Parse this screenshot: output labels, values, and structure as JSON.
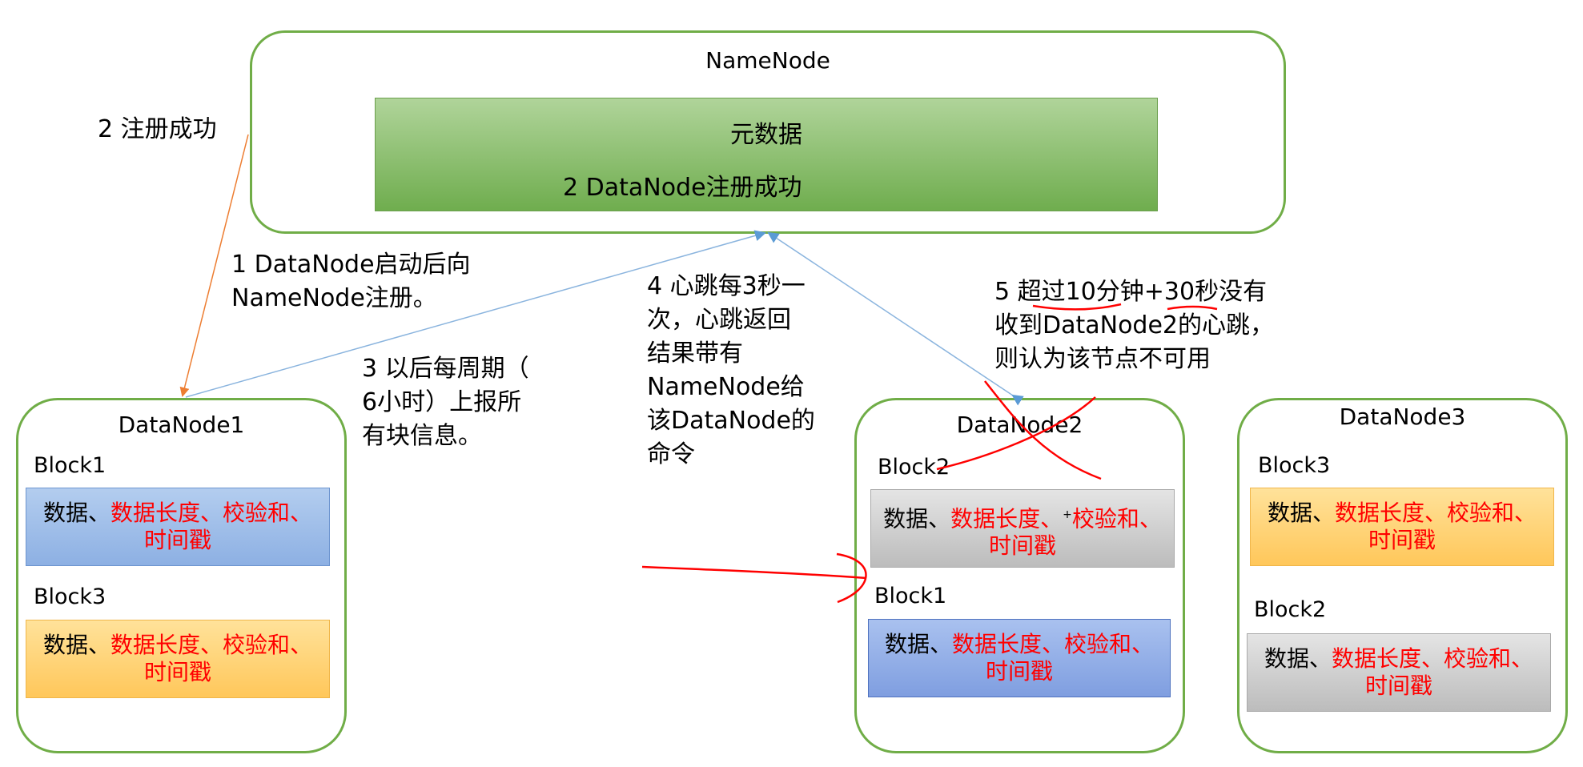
{
  "namenode": {
    "title": "NameNode",
    "metadata": {
      "title": "元数据",
      "text": "2 DataNode注册成功"
    }
  },
  "datanodes": [
    {
      "title": "DataNode1",
      "blocks": [
        {
          "label": "Block1",
          "text_black": "数据、",
          "text_red": "数据长度、校验和、",
          "text_red2": "时间戳",
          "color": "#8db0e3"
        },
        {
          "label": "Block3",
          "text_black": "数据、",
          "text_red": "数据长度、校验和、",
          "text_red2": "时间戳",
          "color": "#ffc75a"
        }
      ]
    },
    {
      "title": "DataNode2",
      "blocks": [
        {
          "label": "Block2",
          "text_black": "数据、",
          "text_red": "数据长度、",
          "plus": "+",
          "text_red_b": "校验和、",
          "text_red2": "时间戳",
          "color": "#bcbcbc"
        },
        {
          "label": "Block1",
          "text_black": "数据、",
          "text_red": "数据长度、校验和、",
          "text_red2": "时间戳",
          "color": "#7f9ee0"
        }
      ]
    },
    {
      "title": "DataNode3",
      "blocks": [
        {
          "label": "Block3",
          "text_black": "数据、",
          "text_red": "数据长度、校验和、",
          "text_red2": "时间戳",
          "color": "#ffc75a"
        },
        {
          "label": "Block2",
          "text_black": "数据、",
          "text_red": "数据长度、校验和、",
          "text_red2": "时间戳",
          "color": "#bcbcbc"
        }
      ]
    }
  ],
  "notes": {
    "register_success": "2 注册成功",
    "register_line1": "1 DataNode启动后向",
    "register_line2": "NameNode注册。",
    "report_line1": "3 以后每周期（",
    "report_line2": "6小时）上报所",
    "report_line3": "有块信息。",
    "heartbeat_line1": "4 心跳每3秒一",
    "heartbeat_line2": "次，心跳返回",
    "heartbeat_line3": "结果带有",
    "heartbeat_line4": "NameNode给",
    "heartbeat_line5": "该DataNode的",
    "heartbeat_line6": "命令",
    "timeout_line1": "5 超过10分钟+30秒没有",
    "timeout_line2": "收到DataNode2的心跳，",
    "timeout_line3": "则认为该节点不可用"
  },
  "colors": {
    "node_border": "#70ad47",
    "orange_arrow": "#ed7d31",
    "blue_arrow": "#8ab4de",
    "handwriting": "#ff0000"
  }
}
